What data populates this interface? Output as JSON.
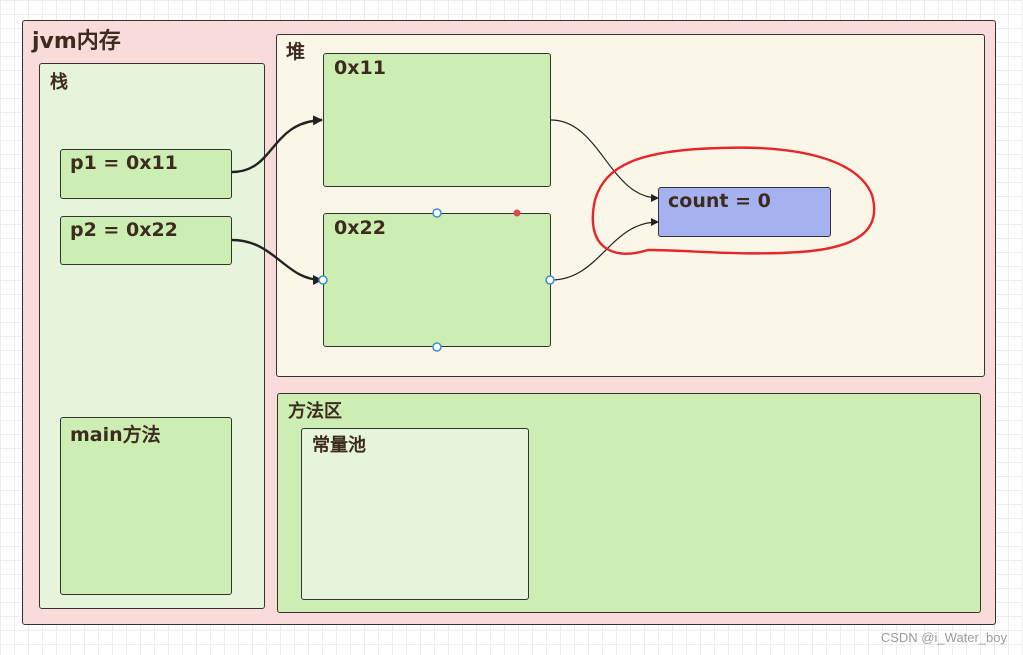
{
  "diagram": {
    "jvm_title": "jvm内存",
    "stack": {
      "title": "栈",
      "vars": [
        "p1 = 0x11",
        "p2 = 0x22"
      ],
      "main_frame": "main方法"
    },
    "heap": {
      "title": "堆",
      "objects": [
        "0x11",
        "0x22"
      ],
      "shared_field": "count = 0"
    },
    "method_area": {
      "title": "方法区",
      "constant_pool": "常量池"
    },
    "highlight_color": "#e8262a",
    "selection_handle_color": "#3a8fd8"
  },
  "watermark": "CSDN @i_Water_boy"
}
